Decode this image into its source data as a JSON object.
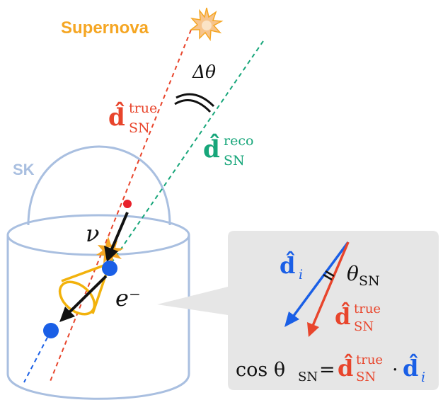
{
  "labels": {
    "supernova": "Supernova",
    "sk": "SK",
    "delta_theta": "Δθ",
    "nu": "ν",
    "electron": "e⁻",
    "d_true_main": "d̂",
    "d_true_sub": "SN",
    "d_true_sup": "true",
    "d_reco_main": "d̂",
    "d_reco_sub": "SN",
    "d_reco_sup": "reco"
  },
  "inset": {
    "d_i_main": "d̂",
    "d_i_sub": "i",
    "theta_main": "θ",
    "theta_sub": "SN",
    "d_true_main": "d̂",
    "d_true_sub": "SN",
    "d_true_sup": "true",
    "formula_cos": "cos θ",
    "formula_sub": "SN",
    "formula_eq": "=",
    "formula_true_main": "d̂",
    "formula_true_sub": "SN",
    "formula_true_sup": "true",
    "formula_dot": "·",
    "formula_di_main": "d̂",
    "formula_di_sub": "i"
  },
  "colors": {
    "true_direction": "#e8452c",
    "reco_direction": "#17a67a",
    "electron_direction": "#1a5fe6",
    "supernova": "#f5a623",
    "detector": "#a9bfe0",
    "cone": "#f2b20c",
    "inset_bg": "#e6e6e6"
  }
}
